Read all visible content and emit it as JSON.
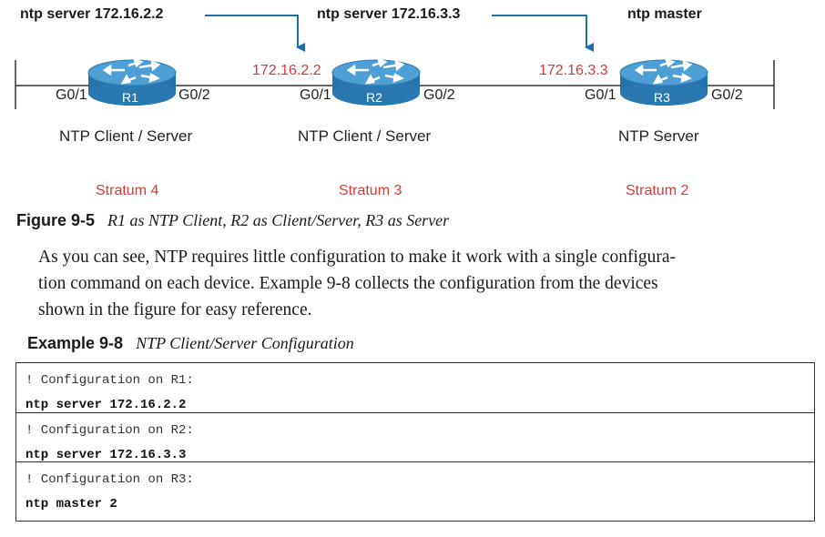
{
  "diagram": {
    "commands": {
      "r1": "ntp server 172.16.2.2",
      "r2": "ntp server 172.16.3.3",
      "r3": "ntp master"
    },
    "ip_labels": {
      "r2": "172.16.2.2",
      "r3": "172.16.3.3"
    },
    "routers": [
      {
        "name": "R1",
        "left_iface": "G0/1",
        "right_iface": "G0/2",
        "role": "NTP Client / Server",
        "stratum": "Stratum 4"
      },
      {
        "name": "R2",
        "left_iface": "G0/1",
        "right_iface": "G0/2",
        "role": "NTP Client / Server",
        "stratum": "Stratum 3"
      },
      {
        "name": "R3",
        "left_iface": "G0/1",
        "right_iface": "G0/2",
        "role": "NTP Server",
        "stratum": "Stratum 2"
      }
    ],
    "colors": {
      "router_body": "#2d7fb8",
      "router_top": "#4a9ad4",
      "arrow": "#1f6fa8",
      "accent_red": "#d23a3a"
    }
  },
  "figure_caption": {
    "number": "Figure 9-5",
    "text": "R1 as NTP Client, R2 as Client/Server, R3 as Server"
  },
  "paragraph": {
    "line1": "As you can see, NTP requires little configuration to make it work with a single configura-",
    "line2": "tion command on each device. Example 9-8 collects the configuration from the devices",
    "line3": "shown in the figure for easy reference."
  },
  "example_caption": {
    "number": "Example 9-8",
    "text": "NTP Client/Server Configuration"
  },
  "code_blocks": [
    {
      "comment": "! Configuration on R1:",
      "command": "ntp server 172.16.2.2"
    },
    {
      "comment": "! Configuration on R2:",
      "command": "ntp server 172.16.3.3"
    },
    {
      "comment": "! Configuration on R3:",
      "command": "ntp master 2"
    }
  ]
}
